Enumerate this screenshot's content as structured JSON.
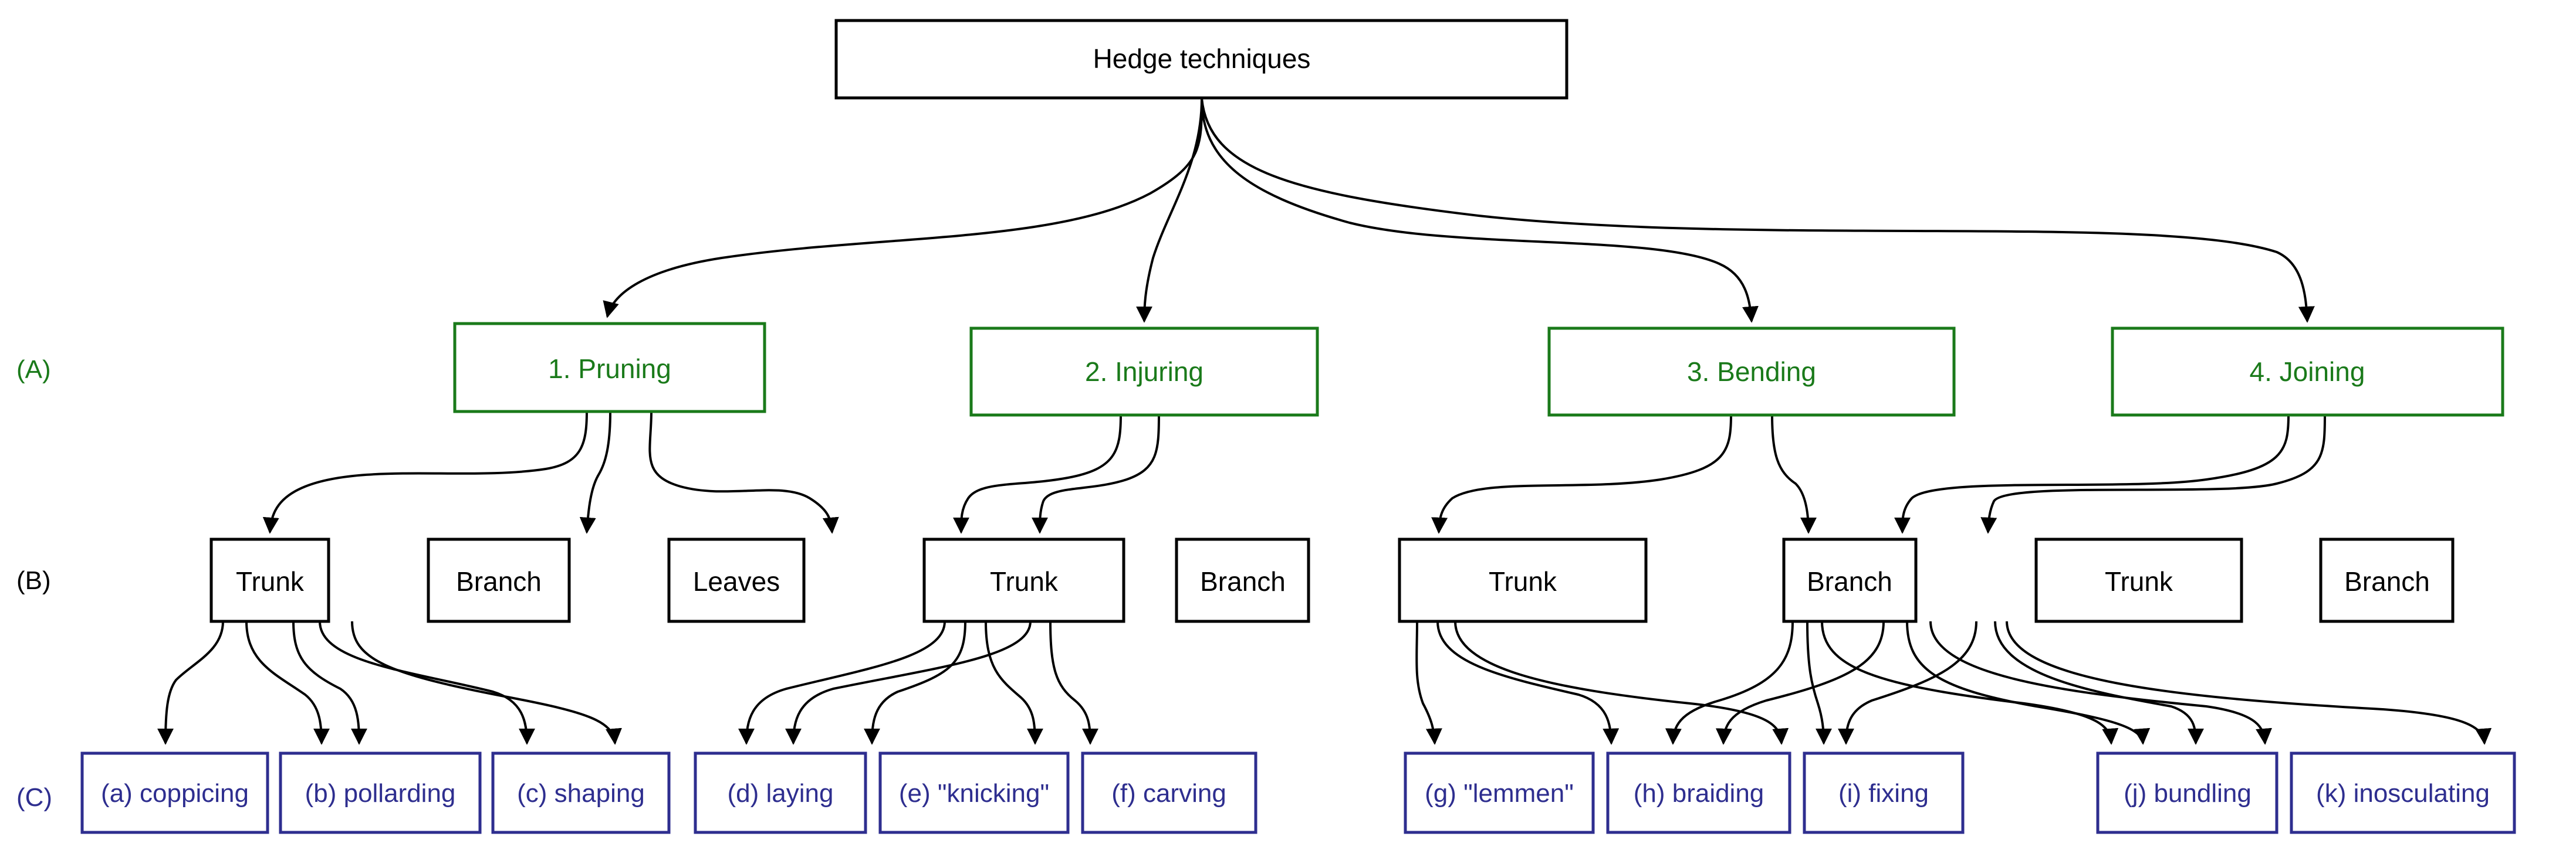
{
  "diagram": {
    "title_node": {
      "label": "Hedge techniques"
    },
    "row_labels": [
      {
        "key": "A",
        "label": "(A)",
        "color": "#1a7a1a"
      },
      {
        "key": "B",
        "label": "(B)",
        "color": "#000000"
      },
      {
        "key": "C",
        "label": "(C)",
        "color": "#2e2e8f"
      }
    ],
    "level_a": [
      {
        "label": "1. Pruning"
      },
      {
        "label": "2. Injuring"
      },
      {
        "label": "3. Bending"
      },
      {
        "label": "4. Joining"
      }
    ],
    "level_b": [
      {
        "label": "Trunk"
      },
      {
        "label": "Branch"
      },
      {
        "label": "Leaves"
      },
      {
        "label": "Trunk"
      },
      {
        "label": "Branch"
      },
      {
        "label": "Trunk"
      },
      {
        "label": "Branch"
      },
      {
        "label": "Trunk"
      },
      {
        "label": "Branch"
      }
    ],
    "level_c": [
      {
        "label": "(a) coppicing"
      },
      {
        "label": "(b) pollarding"
      },
      {
        "label": "(c) shaping"
      },
      {
        "label": "(d) laying"
      },
      {
        "label": "(e) \"knicking\""
      },
      {
        "label": "(f) carving"
      },
      {
        "label": "(g) \"lemmen\""
      },
      {
        "label": "(h) braiding"
      },
      {
        "label": "(i) fixing"
      },
      {
        "label": "(j) bundling"
      },
      {
        "label": "(k) inosculating"
      }
    ],
    "colors": {
      "root_border": "#000000",
      "level_a_border": "#1a7a1a",
      "level_a_text": "#1a7a1a",
      "level_b_border": "#000000",
      "level_b_text": "#000000",
      "level_c_border": "#2e2e8f",
      "level_c_text": "#2e2e8f",
      "edge": "#000000",
      "background": "#ffffff"
    }
  }
}
